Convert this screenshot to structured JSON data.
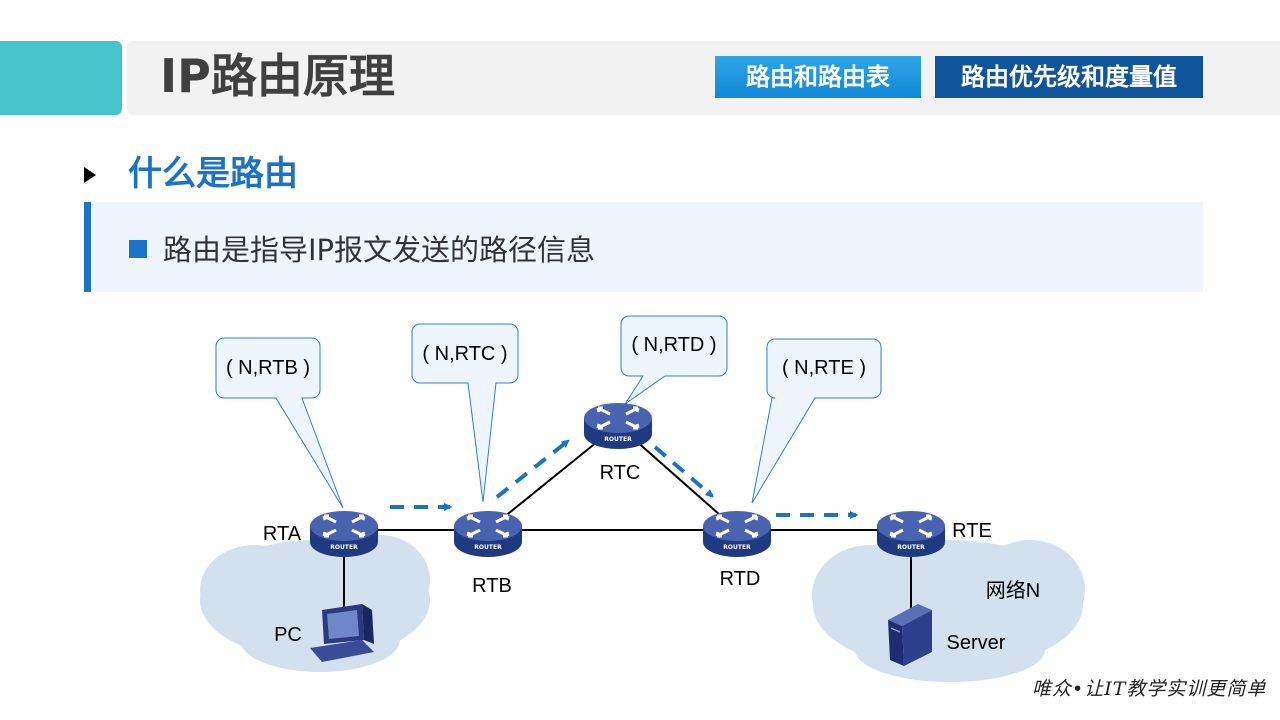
{
  "header": {
    "title": "IP路由原理",
    "tabs": [
      {
        "label": "路由和路由表",
        "active": true,
        "color": "#1088d6"
      },
      {
        "label": "路由优先级和度量值",
        "active": false,
        "color": "#10559c"
      }
    ]
  },
  "section": {
    "heading": "什么是路由",
    "bullet": "路由是指导IP报文发送的路径信息"
  },
  "diagram": {
    "routers": [
      {
        "name": "RTA",
        "badge": "ROUTER"
      },
      {
        "name": "RTB",
        "badge": "ROUTER"
      },
      {
        "name": "RTC",
        "badge": "ROUTER"
      },
      {
        "name": "RTD",
        "badge": "ROUTER"
      },
      {
        "name": "RTE",
        "badge": "ROUTER"
      }
    ],
    "callouts": [
      "( N,RTB )",
      "( N,RTC )",
      "( N,RTD )",
      "( N,RTE )"
    ],
    "hosts": {
      "pc": "PC",
      "server": "Server"
    },
    "network_label": "网络N",
    "colors": {
      "router": "#3f5aa8",
      "arrow": "#1a73c8",
      "cloud": "#d3e0ee",
      "callout_fill": "#eef5fc",
      "callout_stroke": "#2f7fd0"
    }
  },
  "footer": {
    "slogan": "唯众•让IT教学实训更简单"
  }
}
